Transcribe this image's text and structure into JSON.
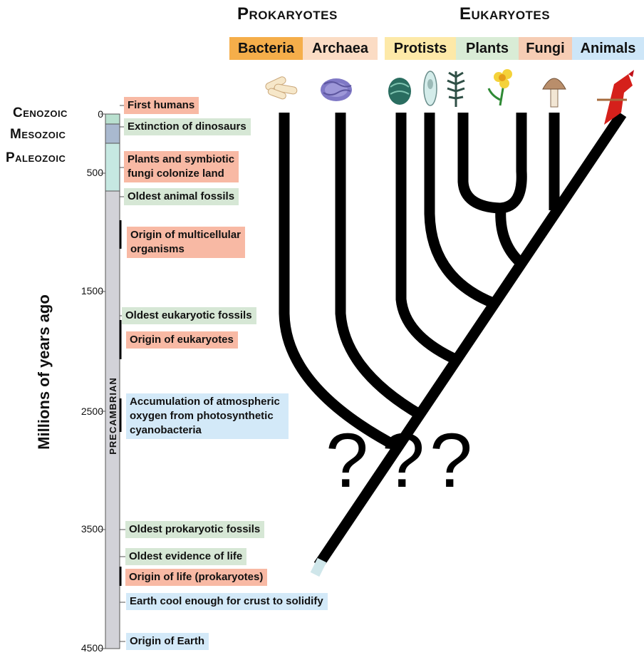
{
  "groups": {
    "prokaryotes": "Prokaryotes",
    "eukaryotes": "Eukaryotes"
  },
  "chips": [
    {
      "label": "Bacteria",
      "color": "#f5ae4a"
    },
    {
      "label": "Archaea",
      "color": "#fbdcc4"
    },
    {
      "label": "Protists",
      "color": "#fde9a8"
    },
    {
      "label": "Plants",
      "color": "#d9ecd6"
    },
    {
      "label": "Fungi",
      "color": "#f6cdb4"
    },
    {
      "label": "Animals",
      "color": "#cde6f8"
    }
  ],
  "eras": {
    "cenozoic": "Cenozoic",
    "mesozoic": "Mesozoic",
    "paleozoic": "Paleozoic",
    "precambrian": "PRECAMBRIAN"
  },
  "axis": {
    "label": "Millions of years ago",
    "ticks": [
      "0",
      "500",
      "1500",
      "2500",
      "3500",
      "4500"
    ]
  },
  "events": [
    {
      "text": "First humans",
      "kind": "red"
    },
    {
      "text": "Extinction of dinosaurs",
      "kind": "green"
    },
    {
      "text": "Plants and symbiotic\nfungi colonize land",
      "kind": "red"
    },
    {
      "text": "Oldest animal fossils",
      "kind": "green"
    },
    {
      "text": "Origin of multicellular\norganisms",
      "kind": "red"
    },
    {
      "text": "Oldest eukaryotic fossils",
      "kind": "green"
    },
    {
      "text": "Origin of eukaryotes",
      "kind": "red"
    },
    {
      "text": "Accumulation of atmospheric\noxygen from photosynthetic\ncyanobacteria",
      "kind": "blue"
    },
    {
      "text": "Oldest prokaryotic fossils",
      "kind": "green"
    },
    {
      "text": "Oldest evidence of life",
      "kind": "green"
    },
    {
      "text": "Origin of life (prokaryotes)",
      "kind": "red"
    },
    {
      "text": "Earth cool enough for crust to solidify",
      "kind": "blue"
    },
    {
      "text": "Origin of Earth",
      "kind": "blue"
    }
  ],
  "question_marks": [
    "?",
    "?",
    "?"
  ],
  "icons": [
    "bacteria-icon",
    "archaea-icon",
    "protist-icon",
    "paramecium-icon",
    "moss-icon",
    "flower-icon",
    "mushroom-icon",
    "cardinal-bird-icon"
  ]
}
